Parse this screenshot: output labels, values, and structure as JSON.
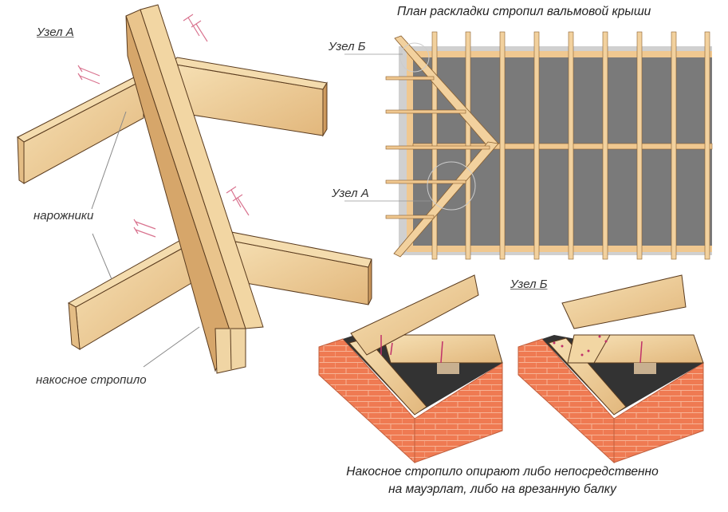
{
  "diagram": {
    "plan_title": "План раскладки стропил вальмовой крыши",
    "left_view": {
      "node_label": "Узел А",
      "labels": {
        "jack_rafters": "нарожники",
        "hip_rafter": "накосное стропило"
      }
    },
    "plan_view": {
      "callouts": [
        {
          "id": "node-b",
          "label": "Узел Б"
        },
        {
          "id": "node-a",
          "label": "Узел А"
        }
      ]
    },
    "bottom_view": {
      "node_label": "Узел Б"
    },
    "caption_lines": [
      "Накосное стропило опирают либо непосредственно",
      "на мауэрлат, либо на врезанную балку"
    ],
    "colors": {
      "wood_light": "#f3d9a8",
      "wood_mid": "#e6bf85",
      "wood_dark": "#c9955a",
      "wood_outline": "#5a3b1e",
      "brick": "#ef7a52",
      "brick_mortar": "#f8b89a",
      "roof_fill": "#777777",
      "wall_border": "#c8c8c8",
      "nail": "#d9738f",
      "leader_line": "#888888"
    }
  }
}
